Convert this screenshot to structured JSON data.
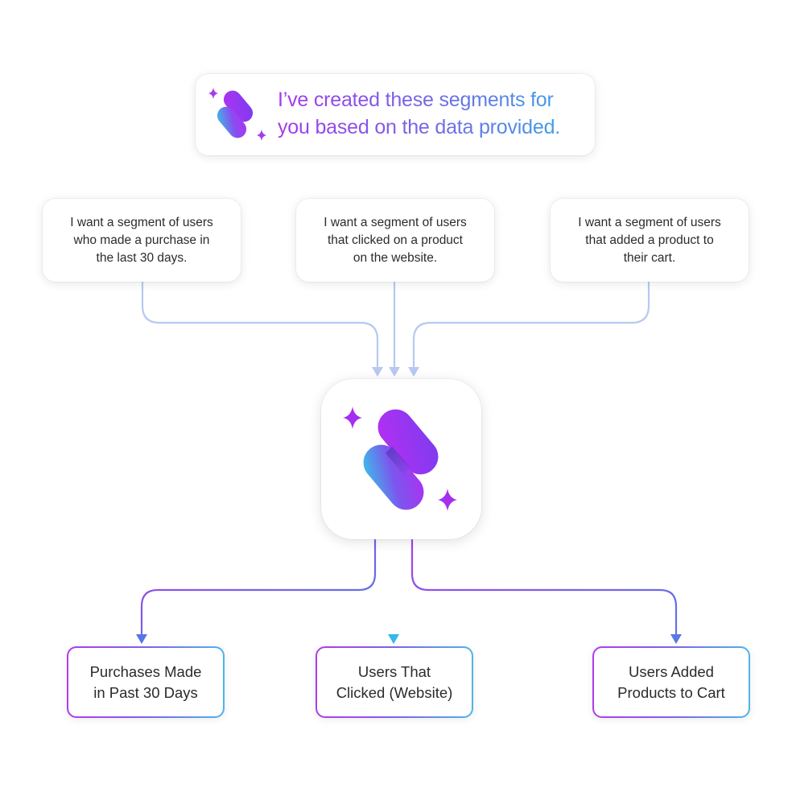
{
  "header": {
    "line1": "I’ve created these segments for",
    "line2": "you based on the data provided."
  },
  "prompts": [
    {
      "text": "I want a segment of users\nwho made a purchase in\nthe last 30 days."
    },
    {
      "text": "I want a segment of users\nthat clicked on a product\non the website."
    },
    {
      "text": "I want a segment of users\nthat added a product to\ntheir cart."
    }
  ],
  "segments": [
    {
      "label": "Purchases Made\nin Past 30 Days"
    },
    {
      "label": "Users That\nClicked (Website)"
    },
    {
      "label": "Users Added\nProducts to Cart"
    }
  ],
  "icons": {
    "logo": "ai-segments-logo-icon",
    "sparkle": "sparkle-icon"
  },
  "colors": {
    "input_connector": "#b7c9f1",
    "output_connector_purple": "#9a45e8",
    "output_connector_blue": "#5a7de6",
    "accent_cyan": "#33c2e6",
    "accent_purple": "#a02ff0"
  }
}
